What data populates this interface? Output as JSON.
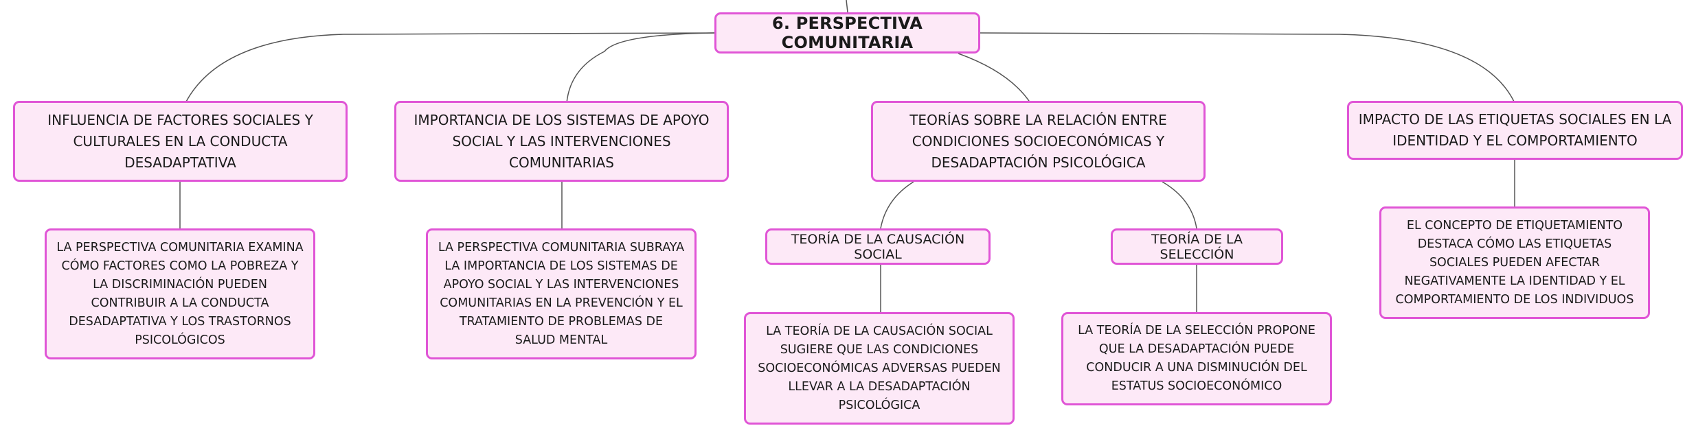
{
  "root": "6. PERSPECTIVA COMUNITARIA",
  "main_topics": [
    "INFLUENCIA DE FACTORES SOCIALES Y CULTURALES EN LA CONDUCTA DESADAPTATIVA",
    "IMPORTANCIA DE LOS SISTEMAS DE APOYO SOCIAL Y LAS INTERVENCIONES COMUNITARIAS",
    "TEORÍAS SOBRE LA RELACIÓN ENTRE CONDICIONES SOCIOECONÓMICAS Y DESADAPTACIÓN PSICOLÓGICA",
    "IMPACTO DE LAS ETIQUETAS SOCIALES EN LA IDENTIDAD Y EL COMPORTAMIENTO"
  ],
  "subtopics": [
    "TEORÍA DE LA CAUSACIÓN SOCIAL",
    "TEORÍA DE LA SELECCIÓN"
  ],
  "details": [
    "LA PERSPECTIVA COMUNITARIA EXAMINA CÓMO FACTORES COMO LA POBREZA Y LA DISCRIMINACIÓN PUEDEN CONTRIBUIR A LA CONDUCTA DESADAPTATIVA Y LOS TRASTORNOS PSICOLÓGICOS",
    "LA PERSPECTIVA COMUNITARIA SUBRAYA LA IMPORTANCIA DE LOS SISTEMAS DE APOYO SOCIAL Y LAS INTERVENCIONES COMUNITARIAS EN LA PREVENCIÓN Y EL TRATAMIENTO DE PROBLEMAS DE SALUD MENTAL",
    "LA TEORÍA DE LA CAUSACIÓN SOCIAL SUGIERE QUE LAS CONDICIONES SOCIOECONÓMICAS ADVERSAS PUEDEN LLEVAR A LA DESADAPTACIÓN PSICOLÓGICA",
    "LA TEORÍA DE LA SELECCIÓN PROPONE QUE LA DESADAPTACIÓN PUEDE CONDUCIR A UNA DISMINUCIÓN DEL ESTATUS SOCIOECONÓMICO",
    "EL CONCEPTO DE ETIQUETAMIENTO DESTACA CÓMO LAS ETIQUETAS SOCIALES PUEDEN AFECTAR NEGATIVAMENTE LA IDENTIDAD Y EL COMPORTAMIENTO DE LOS INDIVIDUOS"
  ],
  "colors": {
    "node_fill": "#fde9f7",
    "node_border": "#e055d6",
    "connector": "#555555"
  }
}
